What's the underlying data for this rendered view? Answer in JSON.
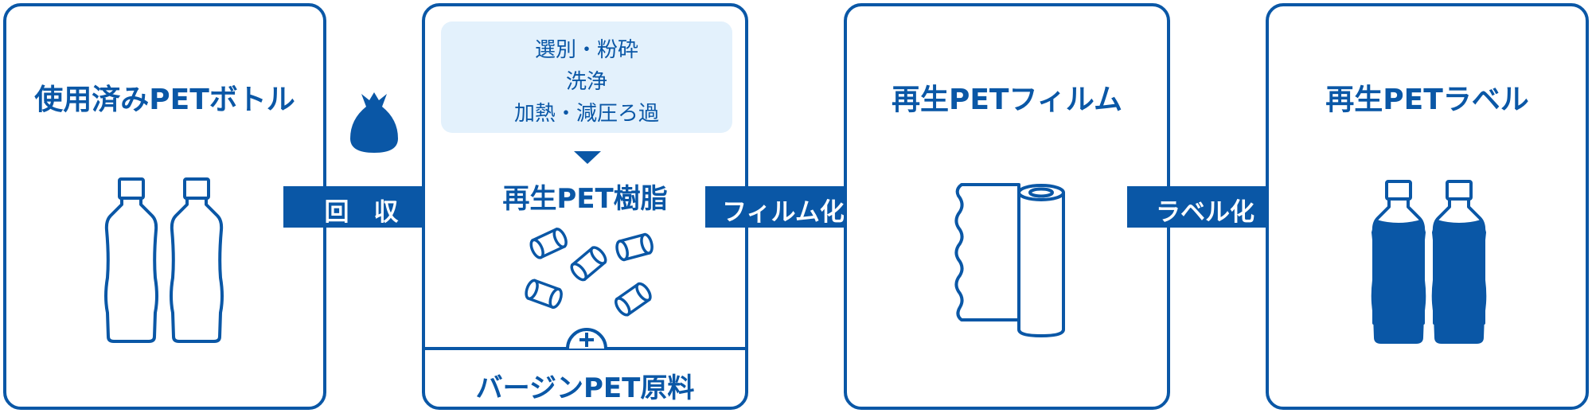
{
  "panels": {
    "used_bottles": {
      "title": "使用済みPETボトル"
    },
    "recycled_resin": {
      "process_steps": [
        "選別・粉砕",
        "洗浄",
        "加熱・減圧ろ過"
      ],
      "title": "再生PET樹脂",
      "virgin_label": "バージンPET原料"
    },
    "recycled_film": {
      "title": "再生PETフィルム"
    },
    "recycled_label": {
      "title": "再生PETラベル"
    }
  },
  "arrows": [
    {
      "label": "回　収"
    },
    {
      "label": "フィルム化"
    },
    {
      "label": "ラベル化"
    }
  ],
  "icons": [
    "bottle-outline-icon",
    "garbage-bag-icon",
    "resin-pellet-icon",
    "plus-icon",
    "film-roll-icon",
    "bottle-filled-icon",
    "down-triangle-icon"
  ],
  "colors": {
    "primary": "#0a57a6",
    "process_box_bg": "#e3f1fc",
    "background": "#ffffff"
  }
}
